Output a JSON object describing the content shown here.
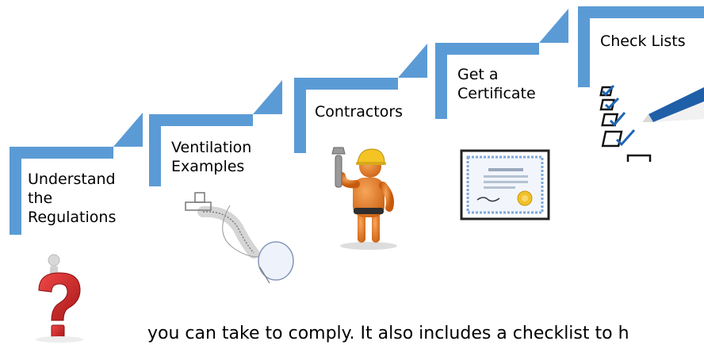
{
  "steps": [
    {
      "label": "Understand\nthe\nRegulations"
    },
    {
      "label": "Ventilation\nExamples"
    },
    {
      "label": "Contractors"
    },
    {
      "label": "Get a\nCertificate"
    },
    {
      "label": "Check Lists"
    }
  ],
  "caption": "you can take to comply. It also includes a checklist to h",
  "colors": {
    "step_blue": "#5B9BD5",
    "question_red": "#D22E2E",
    "figure_orange": "#E8771E",
    "helmet_yellow": "#F3C423",
    "certificate_blue": "#7FA7D9"
  },
  "icons": [
    "question-mark-icon",
    "ventilation-hose-icon",
    "contractor-worker-icon",
    "certificate-icon",
    "checklist-pen-icon"
  ]
}
